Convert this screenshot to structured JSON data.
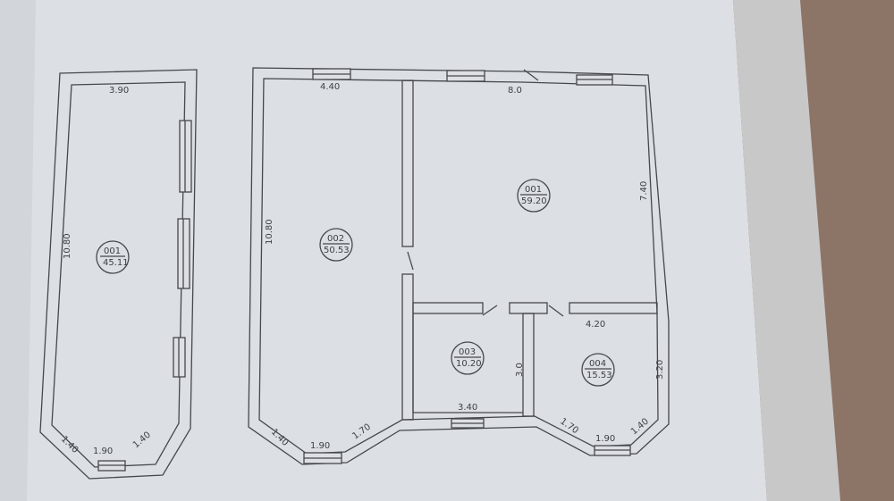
{
  "colors": {
    "paper": "#dcdfe3",
    "ink": "#45484e",
    "wood": "#8c7467",
    "left_page": "#d2d5da"
  },
  "left_plan": {
    "dims": {
      "top": "3.90",
      "left": "10.80",
      "bottom_left": "1.40",
      "bottom": "1.90",
      "bottom_right": "1.40"
    },
    "rooms": [
      {
        "number": "001",
        "area": "45.11"
      }
    ]
  },
  "right_plan": {
    "dims": {
      "top_left": "4.40",
      "top_right": "8.0",
      "right": "7.40",
      "left": "10.80",
      "mid_right": "4.20",
      "bath_right": "3.0",
      "bath_bottom": "3.40",
      "room4_right": "3.20",
      "bl_diag": "1.40",
      "bottom_left": "1.90",
      "bl_diag2": "1.70",
      "br_diag": "1.70",
      "bottom_right": "1.90",
      "br_diag2": "1.40"
    },
    "rooms": [
      {
        "number": "002",
        "area": "50.53"
      },
      {
        "number": "001",
        "area": "59.20"
      },
      {
        "number": "003",
        "area": "10.20"
      },
      {
        "number": "004",
        "area": "15.53"
      }
    ]
  }
}
